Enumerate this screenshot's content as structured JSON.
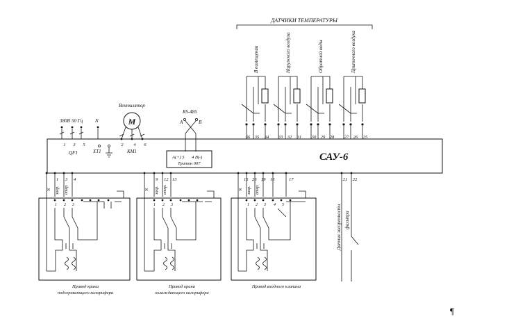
{
  "sensors_group_title": "ДАТЧИКИ ТЕМПЕРАТУРЫ",
  "sensors": [
    {
      "label": "В помещении",
      "terminals": [
        "36",
        "35",
        "34"
      ]
    },
    {
      "label": "Наружного воздуха",
      "terminals": [
        "33",
        "32",
        "31"
      ]
    },
    {
      "label": "Обратной воды",
      "terminals": [
        "30",
        "29",
        "28"
      ]
    },
    {
      "label": "Приточного воздуха",
      "terminals": [
        "27",
        "26",
        "25"
      ]
    }
  ],
  "power": {
    "voltage": "380В",
    "frequency": "50 Гц",
    "neutral": "N",
    "breaker": "QF1",
    "terminal_block": "XT1",
    "contactor": "KM1"
  },
  "power_terminals": [
    "1",
    "3",
    "5"
  ],
  "fan": {
    "label": "Вентилятор",
    "symbol": "M",
    "terminals": [
      "2",
      "4",
      "6"
    ]
  },
  "rs485": {
    "label": "RS-485",
    "a": "A",
    "b": "B",
    "pin_a": "A(+) 5",
    "pin_b": "4 B(-)",
    "device": "Тритон 007"
  },
  "controller": {
    "name": "САУ-6"
  },
  "actuators": [
    {
      "title_line1": "Привод крана",
      "title_line2": "подогревающего калорифера",
      "neutral": "N",
      "wire1": "закр.",
      "wire2": "откр.",
      "terminals": [
        "1",
        "3",
        "4"
      ],
      "pins": [
        "1",
        "2",
        "3"
      ]
    },
    {
      "title_line1": "Привод крана",
      "title_line2": "охлаждающего калорифера",
      "neutral": "N",
      "wire1": "закр.",
      "wire2": "откр.",
      "terminals": [
        "9",
        "12",
        "13"
      ],
      "pins": [
        "1",
        "2",
        "3"
      ]
    },
    {
      "title_line1": "Привод входного клапана",
      "title_line2": "",
      "neutral": "N",
      "wire1": "закр.",
      "wire2": "откр.",
      "terminals": [
        "15",
        "20",
        "19",
        "16",
        "17"
      ],
      "pins": [
        "1",
        "2",
        "3",
        "4",
        "5"
      ]
    }
  ],
  "filter_sensor": {
    "line1": "Датчик засоренности",
    "line2": "фильтра",
    "terminals": [
      "21",
      "22"
    ]
  },
  "paragraph_mark": "¶"
}
